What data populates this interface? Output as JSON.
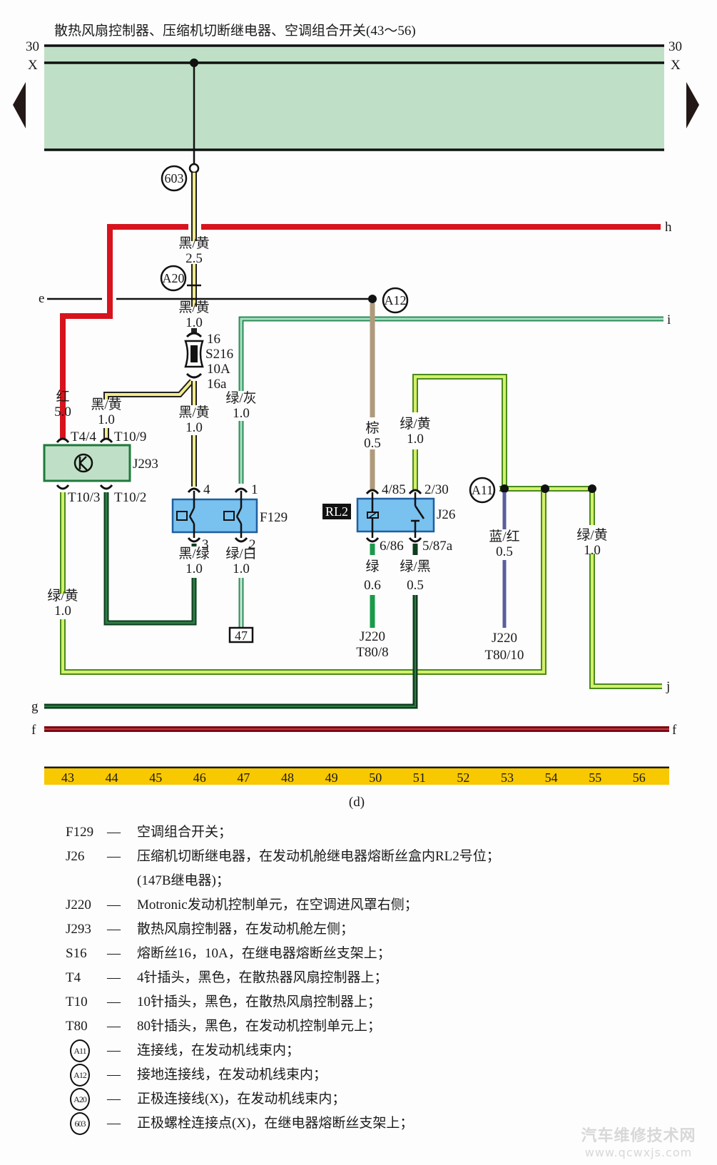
{
  "title": "散热风扇控制器、压缩机切断继电器、空调组合开关(43～56)",
  "bus": {
    "left_top": "30",
    "left_x": "X",
    "right_top": "30",
    "right_x": "X",
    "fill_color": "#bfe0c6"
  },
  "connectors": {
    "c603": "603",
    "a20": "A20",
    "a12": "A12",
    "a11": "A11"
  },
  "edge_labels": {
    "h": "h",
    "e": "e",
    "i": "i",
    "j": "j",
    "g": "g",
    "f_left": "f",
    "f_right": "f"
  },
  "wires": {
    "w603_color": "黑/黄",
    "w603_size": "2.5",
    "wa20_color": "黑/黄",
    "wa20_size": "1.0",
    "red_color": "红",
    "red_size": "5.0",
    "t109_color": "黑/黄",
    "t109_size": "1.0",
    "f4_color": "黑/黄",
    "f4_size": "1.0",
    "f1_color": "绿/灰",
    "f1_size": "1.0",
    "f3_color": "黑/绿",
    "f3_size": "1.0",
    "f2_color": "绿/白",
    "f2_size": "1.0",
    "t103_color": "绿/黄",
    "t103_size": "1.0",
    "brown_color": "棕",
    "brown_size": "0.5",
    "j26_230_color": "绿/黄",
    "j26_230_size": "1.0",
    "j26_686_color": "绿",
    "j26_686_size": "0.6",
    "j26_587_color": "绿/黑",
    "j26_587_size": "0.5",
    "blue_color": "蓝/红",
    "blue_size": "0.5",
    "right_color": "绿/黄",
    "right_size": "1.0"
  },
  "fuse": {
    "pin_top": "16",
    "name": "S216",
    "rating": "10A",
    "pin_bottom": "16a"
  },
  "j293": {
    "name": "J293",
    "pin_t44": "T4/4",
    "pin_t109": "T10/9",
    "pin_t103": "T10/3",
    "pin_t102": "T10/2"
  },
  "f129": {
    "name": "F129",
    "pin1": "1",
    "pin2": "2",
    "pin3": "3",
    "pin4": "4",
    "ref_box": "47"
  },
  "j26": {
    "name": "J26",
    "position": "RL2",
    "pin_485": "4/85",
    "pin_230": "2/30",
    "pin_686": "6/86",
    "pin_587a": "5/87a"
  },
  "j220_a": {
    "name": "J220",
    "pin": "T80/8"
  },
  "j220_b": {
    "name": "J220",
    "pin": "T80/10"
  },
  "scale": {
    "numbers": [
      "43",
      "44",
      "45",
      "46",
      "47",
      "48",
      "49",
      "50",
      "51",
      "52",
      "53",
      "54",
      "55",
      "56"
    ]
  },
  "caption": "(d)",
  "legend": [
    {
      "code": "F129",
      "dash": "—",
      "desc": "空调组合开关；"
    },
    {
      "code": "J26",
      "dash": "—",
      "desc": "压缩机切断继电器，在发动机舱继电器熔断丝盒内RL2号位；",
      "cont": "(147B继电器)；"
    },
    {
      "code": "J220",
      "dash": "—",
      "desc": "Motronic发动机控制单元，在空调进风罩右侧；"
    },
    {
      "code": "J293",
      "dash": "—",
      "desc": "散热风扇控制器，在发动机舱左侧；"
    },
    {
      "code": "S16",
      "dash": "—",
      "desc": "熔断丝16，10A，在继电器熔断丝支架上；"
    },
    {
      "code": "T4",
      "dash": "—",
      "desc": "4针插头，黑色，在散热器风扇控制器上；"
    },
    {
      "code": "T10",
      "dash": "—",
      "desc": "10针插头，黑色，在散热风扇控制器上；"
    },
    {
      "code": "T80",
      "dash": "—",
      "desc": "80针插头，黑色，在发动机控制单元上；"
    },
    {
      "circle": "A11",
      "dash": "—",
      "desc": "连接线，在发动机线束内；"
    },
    {
      "circle": "A12",
      "dash": "—",
      "desc": "接地连接线，在发动机线束内；"
    },
    {
      "circle": "A20",
      "dash": "—",
      "desc": "正极连接线(X)，在发动机线束内；"
    },
    {
      "circle": "603",
      "dash": "—",
      "desc": "正极螺栓连接点(X)，在继电器熔断丝支架上；"
    }
  ],
  "watermark": {
    "line1": "汽车维修技术网",
    "line2": "www.qcwxjs.com"
  }
}
